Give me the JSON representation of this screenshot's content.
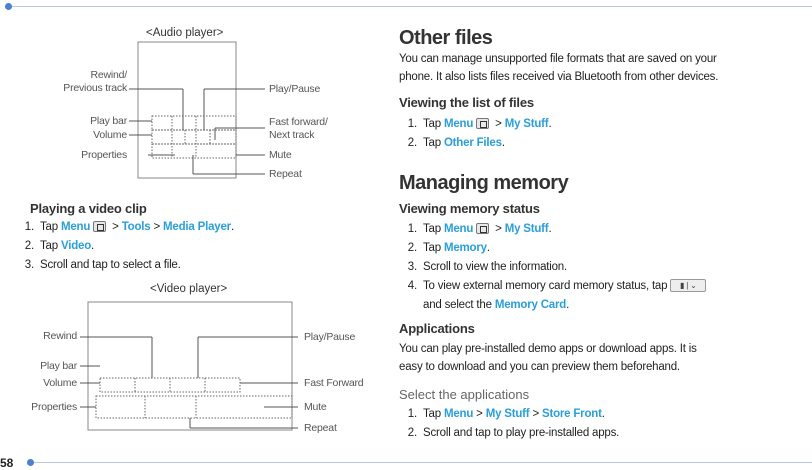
{
  "page_number": "58",
  "audio": {
    "caption": "<Audio player>",
    "labels_left": [
      "Rewind/",
      "Previous track",
      "Play bar",
      "Volume",
      "Properties"
    ],
    "labels_right": [
      "Play/Pause",
      "Fast forward/",
      "Next track",
      "Mute",
      "Repeat"
    ]
  },
  "video_clip": {
    "heading": "Playing a video clip",
    "steps": [
      {
        "num": "1.",
        "pre": "Tap ",
        "b1": "Menu",
        "mid1": " > ",
        "b2": "Tools",
        "mid2": " > ",
        "b3": "Media Player",
        "end": "."
      },
      {
        "num": "2.",
        "pre": "Tap ",
        "b1": "Video",
        "end": "."
      },
      {
        "num": "3.",
        "text": "Scroll and tap to select a file."
      }
    ]
  },
  "video": {
    "caption": "<Video player>",
    "labels_left": [
      "Rewind",
      "Play bar",
      "Volume",
      "Properties"
    ],
    "labels_right": [
      "Play/Pause",
      "Fast Forward",
      "Mute",
      "Repeat"
    ]
  },
  "other_files": {
    "title": "Other files",
    "para": "You can manage unsupported file formats that are saved on your phone. It also lists files received via Bluetooth from other devices.",
    "sub": "Viewing the list of files",
    "steps": [
      {
        "num": "1.",
        "pre": "Tap ",
        "b1": "Menu",
        "mid1": " > ",
        "b2": "My Stuff",
        "end": "."
      },
      {
        "num": "2.",
        "pre": "Tap ",
        "b1": "Other Files",
        "end": "."
      }
    ]
  },
  "memory": {
    "title": "Managing memory",
    "sub": "Viewing memory status",
    "steps": [
      {
        "num": "1.",
        "pre": "Tap ",
        "b1": "Menu",
        "mid1": " > ",
        "b2": "My Stuff",
        "end": "."
      },
      {
        "num": "2.",
        "pre": "Tap ",
        "b1": "Memory",
        "end": "."
      },
      {
        "num": "3.",
        "text": "Scroll to view the information."
      },
      {
        "num": "4.",
        "text": "To view external memory card memory status, tap",
        "cont_pre": "and select the ",
        "cont_b": "Memory Card",
        "cont_end": "."
      }
    ]
  },
  "applications": {
    "sub": "Applications",
    "para1": "You can play pre-installed demo apps or download apps. It is",
    "para2": "easy to download and you can preview them beforehand.",
    "sub2": "Select the applications",
    "steps": [
      {
        "num": "1.",
        "pre": "Tap ",
        "b1": "Menu",
        "mid1": " > ",
        "b2": "My Stuff",
        "mid2": " > ",
        "b3": "Store Front",
        "end": "."
      },
      {
        "num": "2.",
        "text": "Scroll and tap to play pre-installed apps."
      }
    ]
  }
}
